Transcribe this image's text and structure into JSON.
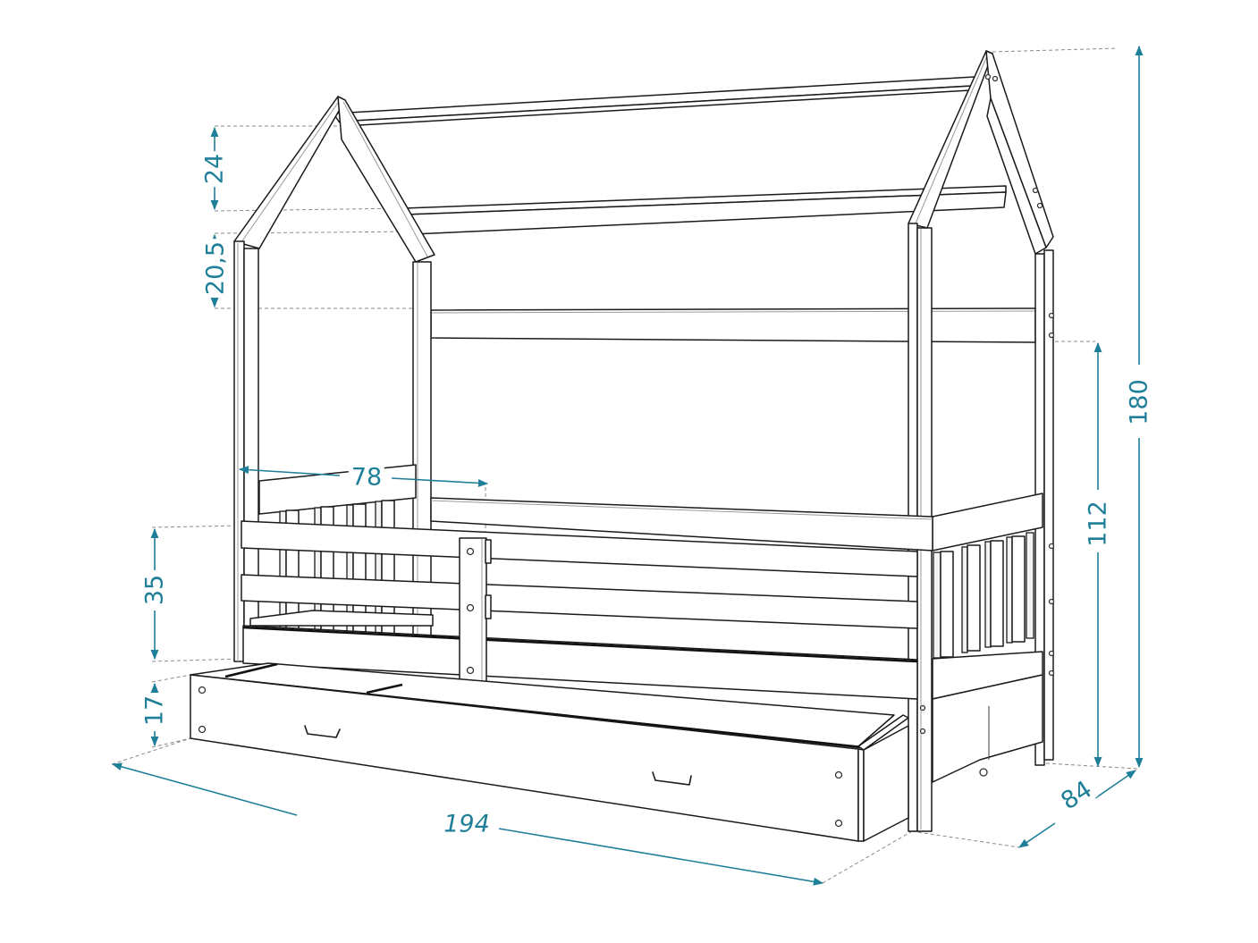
{
  "diagram": {
    "subject": "House-frame children's bed with guard rail and pull-out drawer",
    "units": "cm",
    "colors": {
      "dimension": "#1f7f99",
      "linework": "#1a1a1a",
      "guides": "#8a8a8a",
      "background": "#ffffff"
    }
  },
  "dimensions": {
    "roof_peak_height": {
      "value": "24",
      "orientation": "vertical"
    },
    "roof_eave_height": {
      "value": "20,5",
      "orientation": "vertical"
    },
    "guard_rail_length": {
      "value": "78",
      "orientation": "horizontal"
    },
    "guard_rail_height": {
      "value": "35",
      "orientation": "vertical"
    },
    "drawer_height": {
      "value": "17",
      "orientation": "vertical"
    },
    "total_length": {
      "value": "194",
      "orientation": "diagonal"
    },
    "total_width": {
      "value": "84",
      "orientation": "diagonal"
    },
    "side_height": {
      "value": "112",
      "orientation": "vertical"
    },
    "total_height": {
      "value": "180",
      "orientation": "vertical"
    }
  }
}
